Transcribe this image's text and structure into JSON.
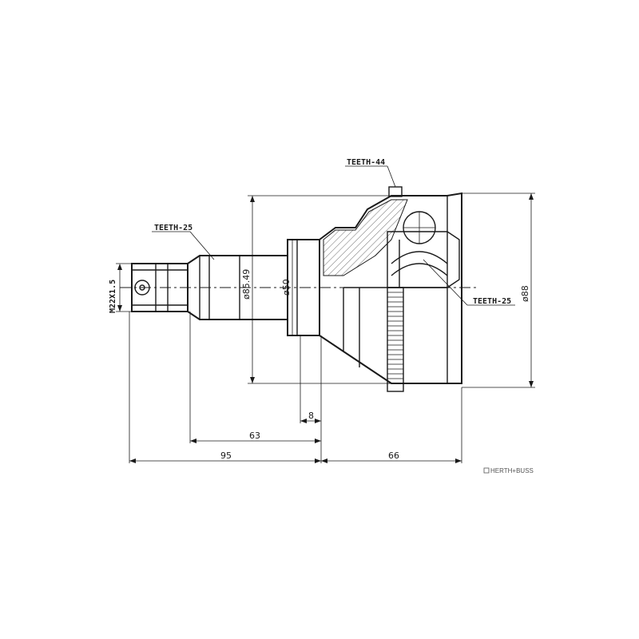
{
  "labels": {
    "teeth_top": "TEETH-44",
    "teeth_left": "TEETH-25",
    "teeth_right": "TEETH-25",
    "thread": "M22X1.5",
    "dia_85": "ø85.49",
    "dia_50": "ø50",
    "dia_88": "ø88",
    "dim_8": "8",
    "dim_63": "63",
    "dim_95": "95",
    "dim_66": "66"
  },
  "brand": "HERTH+BUSS"
}
